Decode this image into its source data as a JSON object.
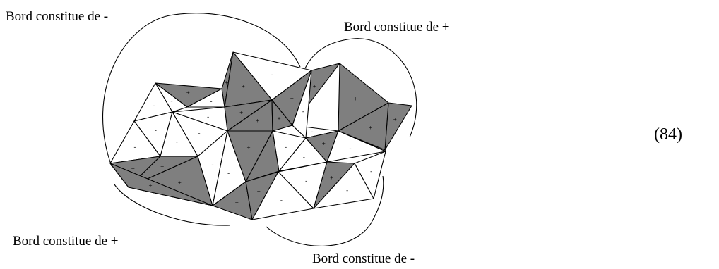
{
  "labels": {
    "top_left": "Bord constitue de -",
    "top_right": "Bord constitue de +",
    "bottom_left": "Bord constitue de +",
    "bottom_right": "Bord constitue de -"
  },
  "equation_number": "(84)",
  "colors": {
    "shaded": "#7f7f7f",
    "white": "#ffffff",
    "line": "#000000"
  },
  "signs": {
    "plus": "+",
    "minus": "-"
  }
}
